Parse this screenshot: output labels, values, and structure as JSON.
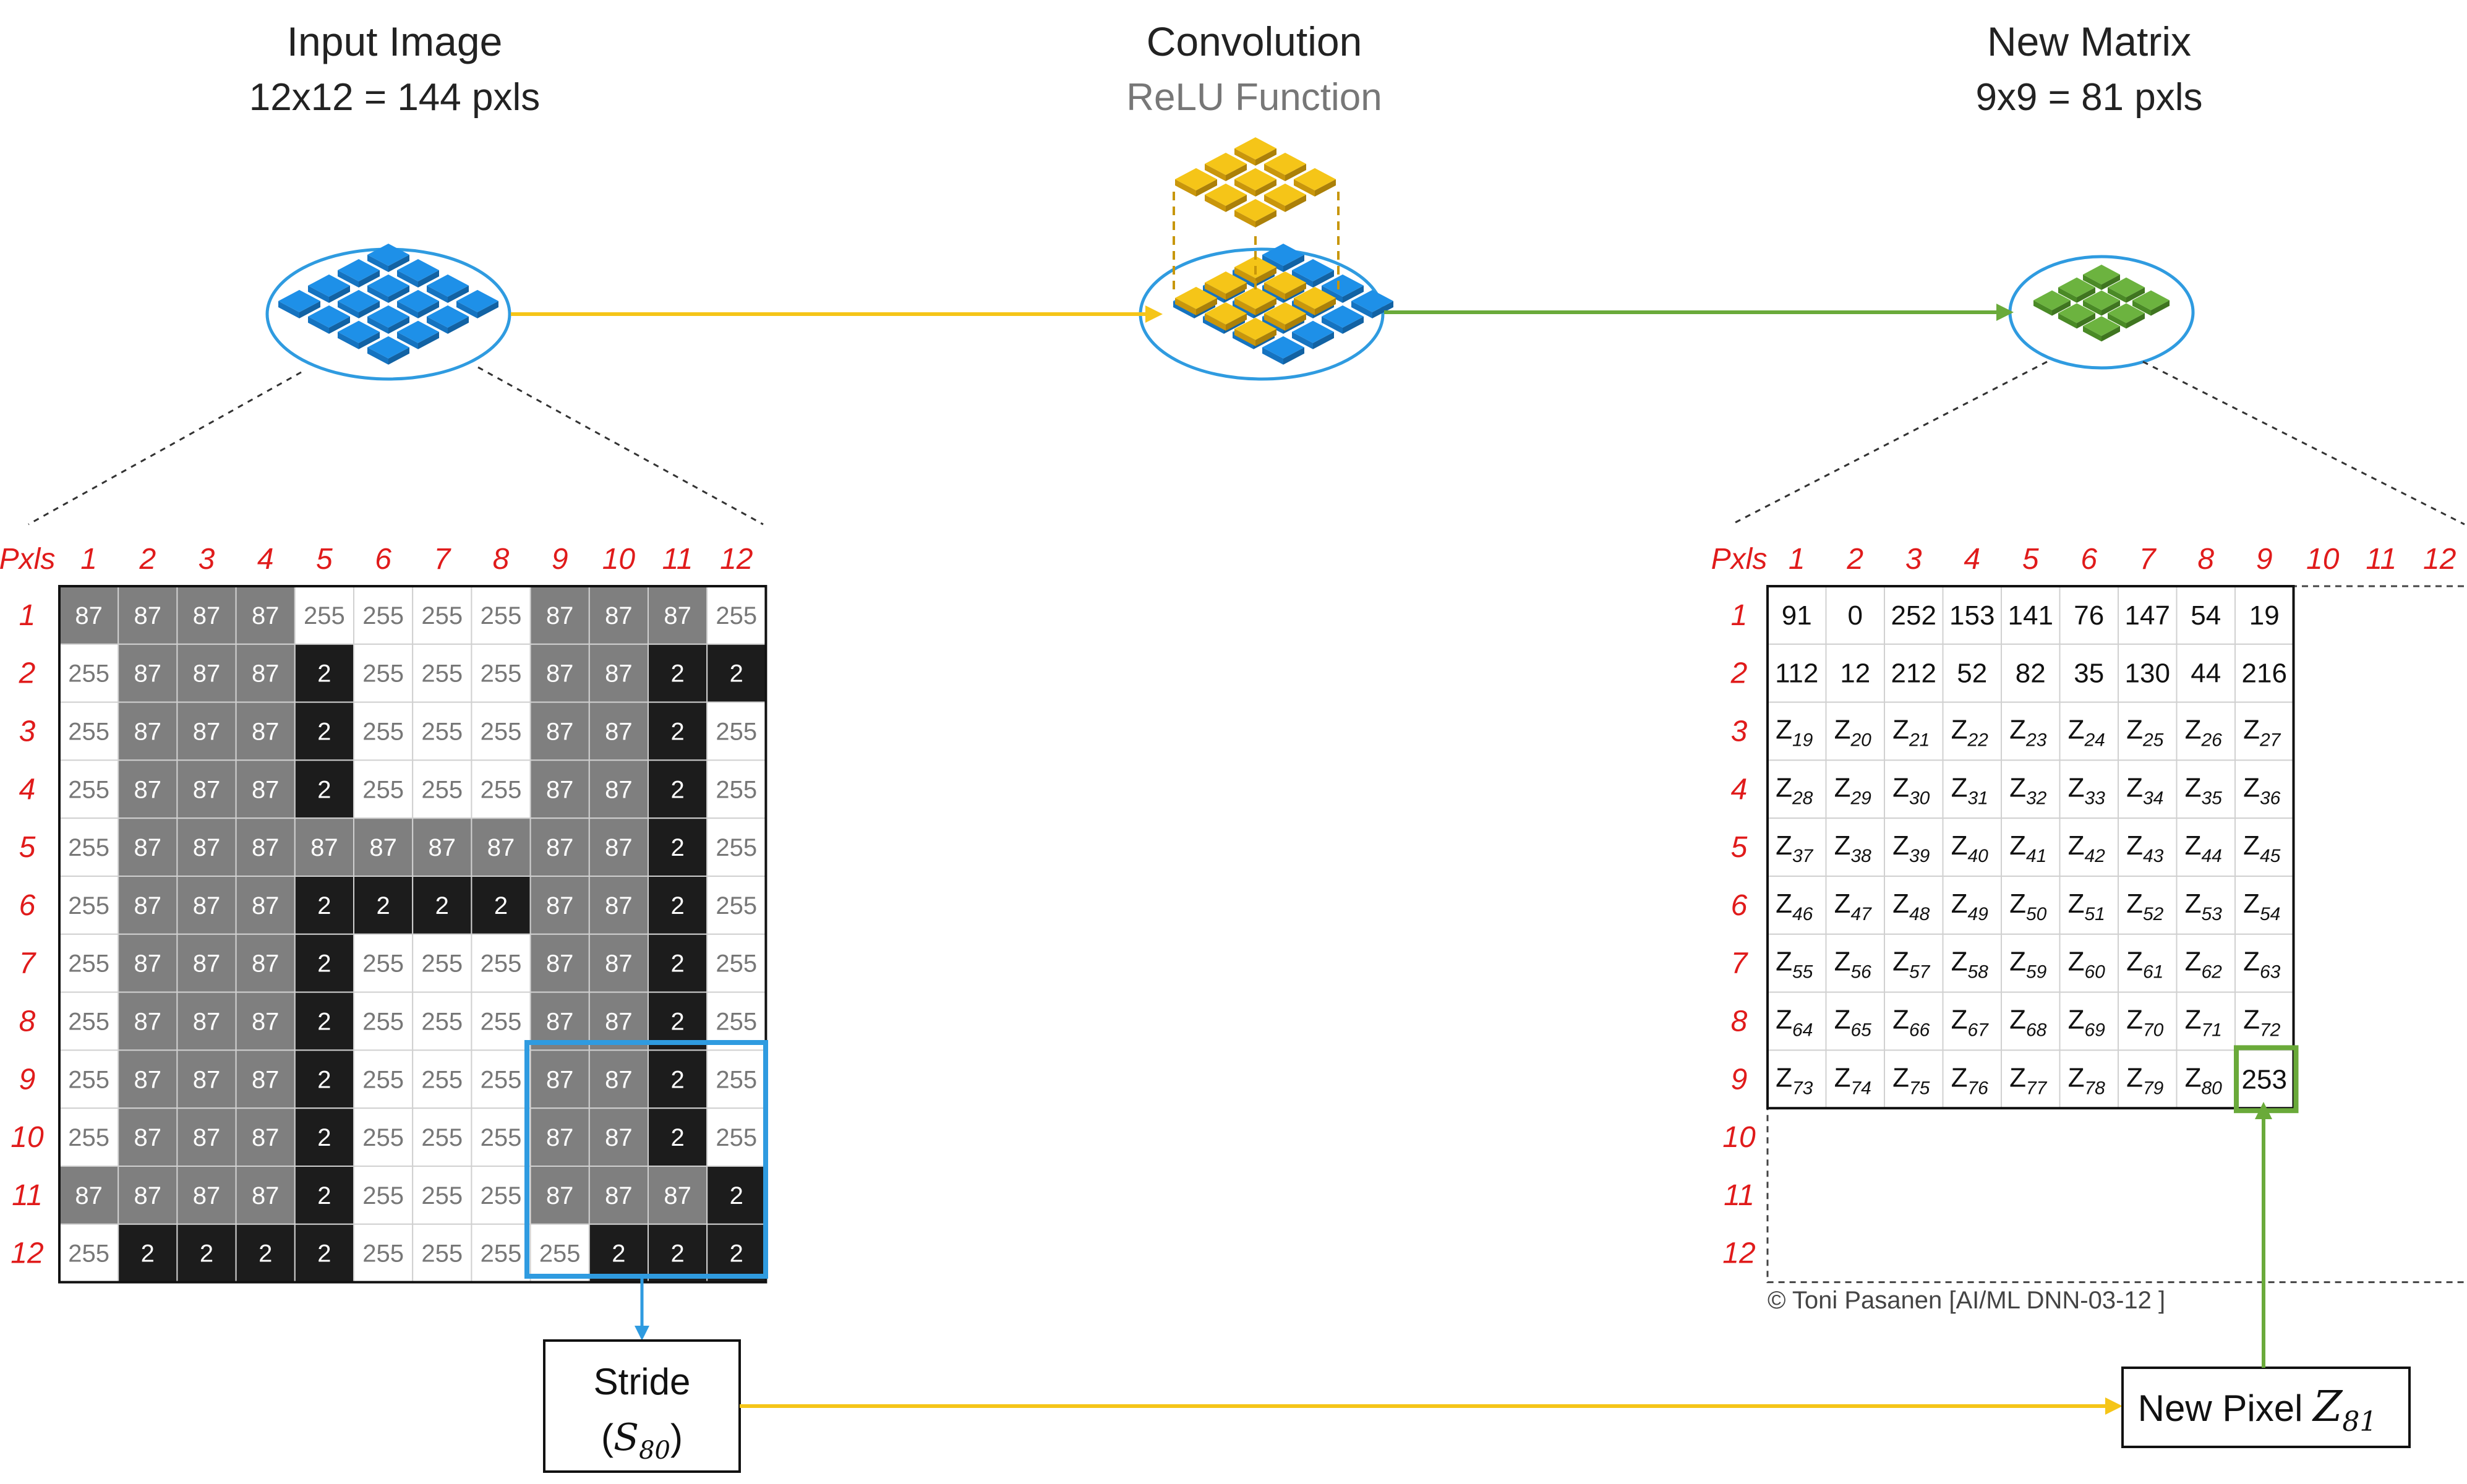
{
  "headers": {
    "input": {
      "title": "Input Image",
      "subtitle": "12x12 = 144 pxls"
    },
    "conv": {
      "title": "Convolution",
      "subtitle": "ReLU Function"
    },
    "output": {
      "title": "New Matrix",
      "subtitle": "9x9 = 81 pxls"
    }
  },
  "input_grid": {
    "corner_label": "Pxls",
    "col_labels": [
      "1",
      "2",
      "3",
      "4",
      "5",
      "6",
      "7",
      "8",
      "9",
      "10",
      "11",
      "12"
    ],
    "row_labels": [
      "1",
      "2",
      "3",
      "4",
      "5",
      "6",
      "7",
      "8",
      "9",
      "10",
      "11",
      "12"
    ],
    "values": [
      [
        "87",
        "87",
        "87",
        "87",
        "255",
        "255",
        "255",
        "255",
        "87",
        "87",
        "87",
        "255"
      ],
      [
        "255",
        "87",
        "87",
        "87",
        "2",
        "255",
        "255",
        "255",
        "87",
        "87",
        "2",
        "2"
      ],
      [
        "255",
        "87",
        "87",
        "87",
        "2",
        "255",
        "255",
        "255",
        "87",
        "87",
        "2",
        "255"
      ],
      [
        "255",
        "87",
        "87",
        "87",
        "2",
        "255",
        "255",
        "255",
        "87",
        "87",
        "2",
        "255"
      ],
      [
        "255",
        "87",
        "87",
        "87",
        "87",
        "87",
        "87",
        "87",
        "87",
        "87",
        "2",
        "255"
      ],
      [
        "255",
        "87",
        "87",
        "87",
        "2",
        "2",
        "2",
        "2",
        "87",
        "87",
        "2",
        "255"
      ],
      [
        "255",
        "87",
        "87",
        "87",
        "2",
        "255",
        "255",
        "255",
        "87",
        "87",
        "2",
        "255"
      ],
      [
        "255",
        "87",
        "87",
        "87",
        "2",
        "255",
        "255",
        "255",
        "87",
        "87",
        "2",
        "255"
      ],
      [
        "255",
        "87",
        "87",
        "87",
        "2",
        "255",
        "255",
        "255",
        "87",
        "87",
        "2",
        "255"
      ],
      [
        "255",
        "87",
        "87",
        "87",
        "2",
        "255",
        "255",
        "255",
        "87",
        "87",
        "2",
        "255"
      ],
      [
        "87",
        "87",
        "87",
        "87",
        "2",
        "255",
        "255",
        "255",
        "87",
        "87",
        "87",
        "2"
      ],
      [
        "255",
        "2",
        "2",
        "2",
        "2",
        "255",
        "255",
        "255",
        "255",
        "2",
        "2",
        "2"
      ]
    ]
  },
  "output_grid": {
    "corner_label": "Pxls",
    "col_labels": [
      "1",
      "2",
      "3",
      "4",
      "5",
      "6",
      "7",
      "8",
      "9",
      "10",
      "11",
      "12"
    ],
    "row_labels": [
      "1",
      "2",
      "3",
      "4",
      "5",
      "6",
      "7",
      "8",
      "9",
      "10",
      "11",
      "12"
    ],
    "row1": [
      "91",
      "0",
      "252",
      "153",
      "141",
      "76",
      "147",
      "54",
      "19"
    ],
    "row2": [
      "112",
      "12",
      "212",
      "52",
      "82",
      "35",
      "130",
      "44",
      "216"
    ],
    "z_prefix": "Z",
    "last_value": "253"
  },
  "stride_box": {
    "label": "Stride",
    "symbol": "S",
    "subscript": "80"
  },
  "new_pixel_box": {
    "label": "New Pixel",
    "symbol": "Z",
    "subscript": "81"
  },
  "copyright": "© Toni Pasanen [AI/ML DNN-03-12 ]",
  "colors": {
    "gray_cell": "#7f7f7f",
    "dark_cell": "#1c1c1c",
    "white_cell": "#ffffff",
    "blue": "#2f9be0",
    "blue_tile": "#1e90e8",
    "yellow": "#f5c518",
    "green": "#6aaa3a",
    "green_tile": "#6cb33f",
    "axis_red": "#e01b1b"
  }
}
